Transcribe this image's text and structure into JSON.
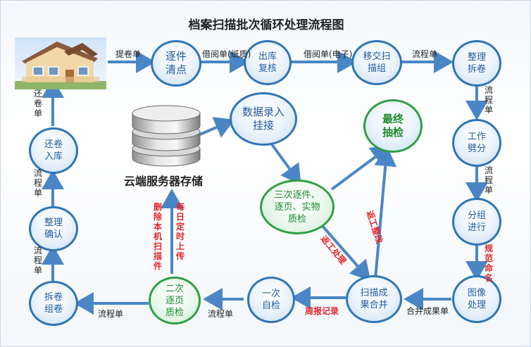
{
  "title": "档案扫描批次循环处理流程图",
  "nodes": {
    "sort_check": "逐件清点",
    "out_review": "出库复核",
    "transfer": "移交扫描组",
    "unpack": "整理拆卷",
    "split": "工作劈分",
    "group": "分组进行",
    "image_proc": "图像处理",
    "merge": "扫描成果合并",
    "self_check": "一次自检",
    "second_check": "二次逐页质检",
    "repack": "拆卷组卷",
    "tidy_confirm": "整理确认",
    "return_store": "还卷入库",
    "data_entry": "数据录入挂接",
    "final_check": "最终抽检",
    "third_check": "三次逐件、逐页、实物质检"
  },
  "storage_label": "云端服务器存储",
  "edge_labels": {
    "tijuan": "提卷单",
    "paper": "借阅单(纸质)",
    "electronic": "借阅单(电子)",
    "flow_top": "流程单",
    "flow_r1": "流程单",
    "flow_r2": "流程单",
    "guifan": "规范命名",
    "hebing": "合并成果单",
    "zhoubao": "周报记录",
    "flow_b1": "流程单",
    "flow_b2": "流程单",
    "flow_l1": "流程单",
    "flow_l2": "流程单",
    "huanjuan": "还卷单",
    "upload": "每日定时上传",
    "delete": "删除本机扫描件",
    "rework1": "返工整改",
    "rework2": "返工处理"
  },
  "colors": {
    "arrow": "#4a86c6",
    "node_border": "#2e75b6",
    "green": "#2ea043",
    "red": "#e0262b"
  },
  "icons": {
    "house": "house-icon",
    "database": "database-icon"
  }
}
